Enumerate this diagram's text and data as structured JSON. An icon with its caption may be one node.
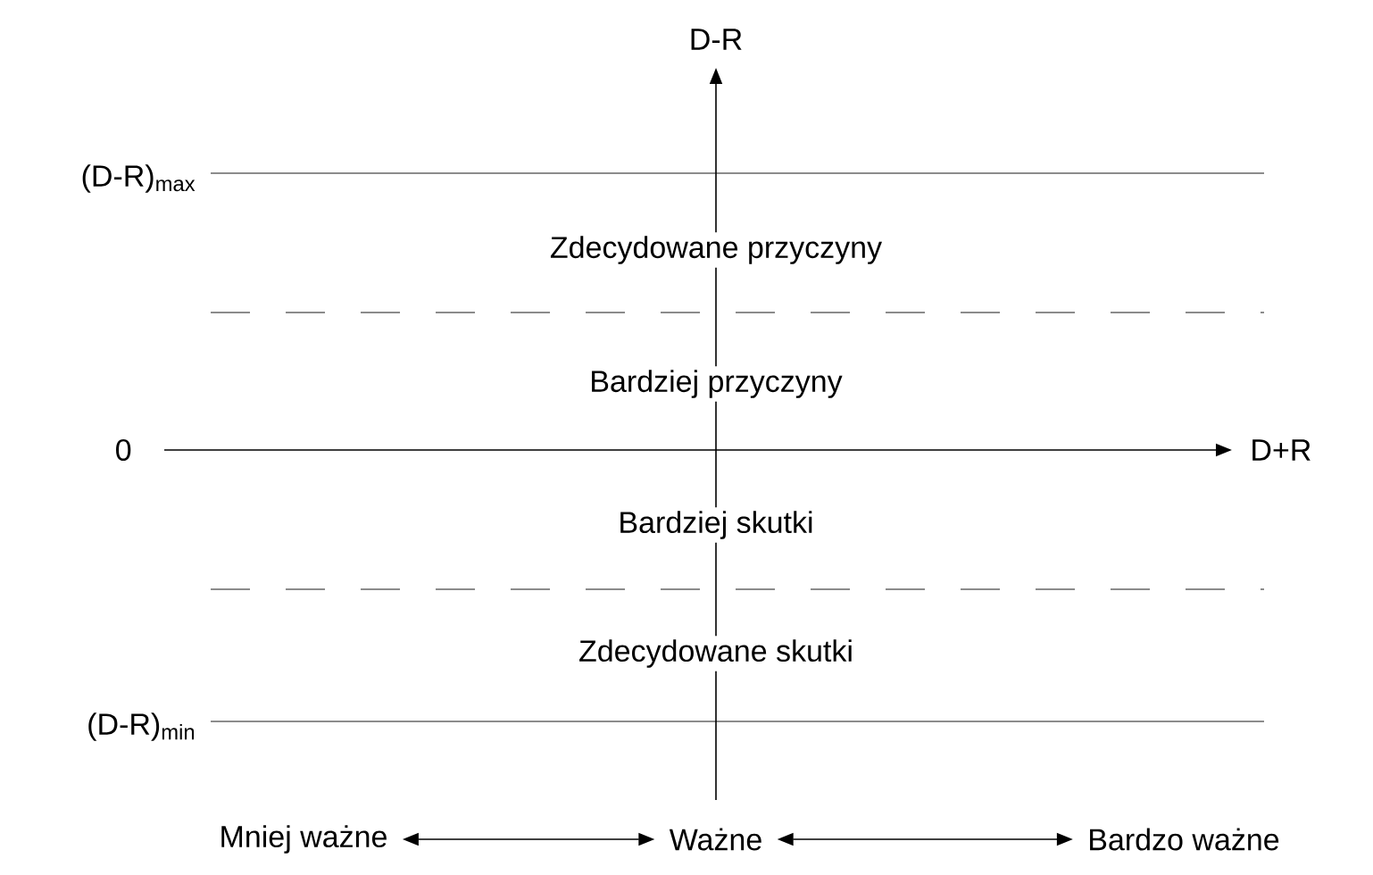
{
  "diagram": {
    "nodes": [
      {
        "text": [
          "Mniej ważne"
        ]
      },
      {
        "text": [
          "Ważne"
        ]
      },
      {
        "text": [
          "Bardzo ważne"
        ]
      }
    ],
    "edges": [
      {
        "from": 0,
        "to": 1,
        "arrow": "both"
      },
      {
        "from": 1,
        "to": 2,
        "arrow": "both"
      }
    ],
    "labels": [
      "D-R",
      "(D-R)$_{max}$",
      "Zdecydowane przyczyny",
      "Bardziej przyczyny",
      "0",
      "D+R",
      "Bardziej skutki",
      "Zdecydowane skutki",
      "(D-R)$_{min}$"
    ]
  }
}
